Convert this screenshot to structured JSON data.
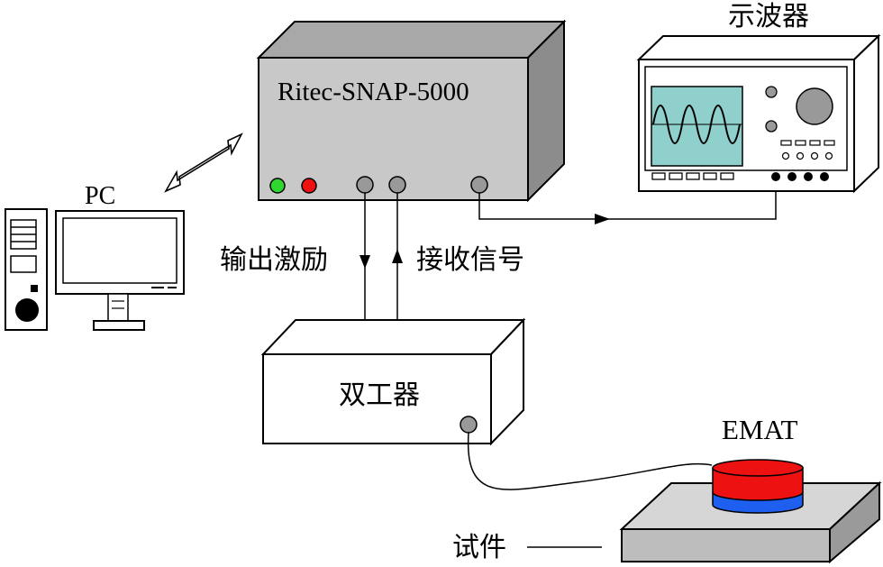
{
  "labels": {
    "pc": "PC",
    "ritec": "Ritec-SNAP-5000",
    "oscilloscope": "示波器",
    "output_excitation": "输出激励",
    "receive_signal": "接收信号",
    "duplexer": "双工器",
    "emat": "EMAT",
    "specimen": "试件"
  },
  "colors": {
    "box_face": "#c8c8c8",
    "box_side": "#8c8c8c",
    "box_top": "#a8a8a8",
    "panel_white": "#ffffff",
    "screen": "#8fd0cc",
    "led_green": "#2fd82f",
    "led_red": "#ee1111",
    "knob": "#999999",
    "emat_red": "#ee1111",
    "emat_blue": "#1f5ff0",
    "plate_face": "#bdbdbd",
    "plate_top": "#d6d6d6"
  }
}
